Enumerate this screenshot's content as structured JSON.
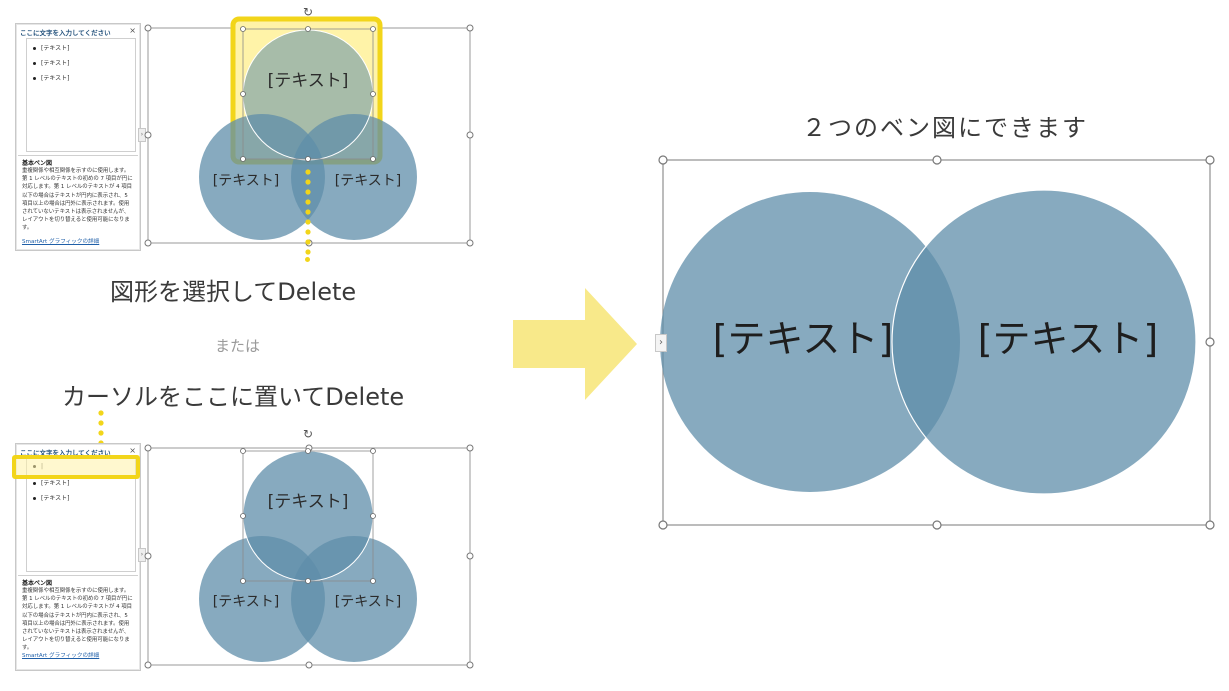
{
  "colors": {
    "circle": "#7fa4bb",
    "overlap": "#4f84a2",
    "highlight_border": "#f2d51a",
    "highlight_fill": "#fff3a8",
    "arrow": "#f8e98a"
  },
  "top_example": {
    "pane": {
      "title": "ここに文字を入力してください",
      "close_glyph": "×",
      "items": [
        "[テキスト]",
        "[テキスト]",
        "[テキスト]"
      ],
      "desc_title": "基本ベン図",
      "desc": "重複関係や相互関係を示すのに使用します。第 1 レベルのテキストの初めの 7 項目が円に対応します。第 1 レベルのテキストが 4 項目以下の場合はテキストが円内に表示され、5 項目以上の場合は円外に表示されます。使用されていないテキストは表示されませんが、レイアウトを切り替えると使用可能になります。",
      "link": "SmartArt グラフィックの詳細"
    },
    "labels": {
      "top": "[テキスト]",
      "left": "[テキスト]",
      "right": "[テキスト]"
    },
    "caption": "図形を選択してDelete"
  },
  "or_text": "または",
  "bottom_example": {
    "caption": "カーソルをここに置いてDelete",
    "pane": {
      "title": "ここに文字を入力してください",
      "close_glyph": "×",
      "items": [
        "|",
        "[テキスト]",
        "[テキスト]"
      ],
      "desc_title": "基本ベン図",
      "desc": "重複関係や相互関係を示すのに使用します。第 1 レベルのテキストの初めの 7 項目が円に対応します。第 1 レベルのテキストが 4 項目以下の場合はテキストが円内に表示され、5 項目以上の場合は円外に表示されます。使用されていないテキストは表示されませんが、レイアウトを切り替えると使用可能になります。",
      "link": "SmartArt グラフィックの詳細"
    },
    "labels": {
      "top": "[テキスト]",
      "left": "[テキスト]",
      "right": "[テキスト]"
    }
  },
  "result": {
    "title": "２つのベン図にできます",
    "labels": {
      "left": "[テキスト]",
      "right": "[テキスト]"
    },
    "handle_glyph": "›"
  }
}
